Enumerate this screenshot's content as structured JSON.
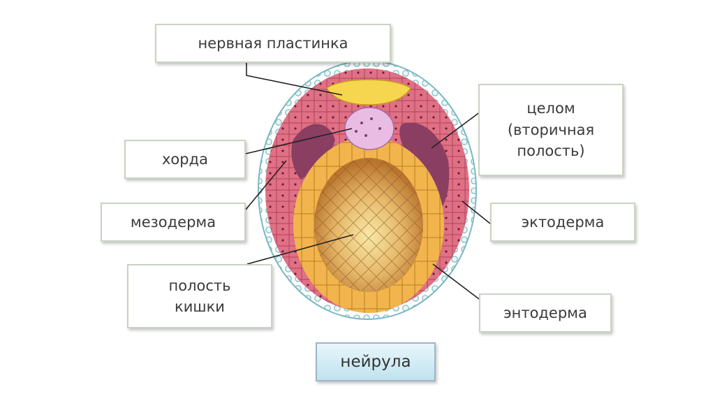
{
  "labels": {
    "neural_plate": "нервная пластинка",
    "coelom": "целом\n(вторичная\nполость)",
    "chord": "хорда",
    "mesoderm": "мезодерма",
    "ectoderm": "эктодерма",
    "gut_cavity": "полость\nкишки",
    "endoderm": "энтодерма"
  },
  "caption": "нейрула",
  "colors": {
    "ectoderm": "#cde7ea",
    "mesoderm": "#e2697f",
    "endoderm": "#f2b44c",
    "neural_plate": "#f6d64e",
    "chord": "#e9bde3",
    "gut_cavity": "#d9a25a",
    "coelom": "#8a3e62",
    "box_border": "#c9d3c2",
    "caption_fill": "#c7e7f1"
  }
}
